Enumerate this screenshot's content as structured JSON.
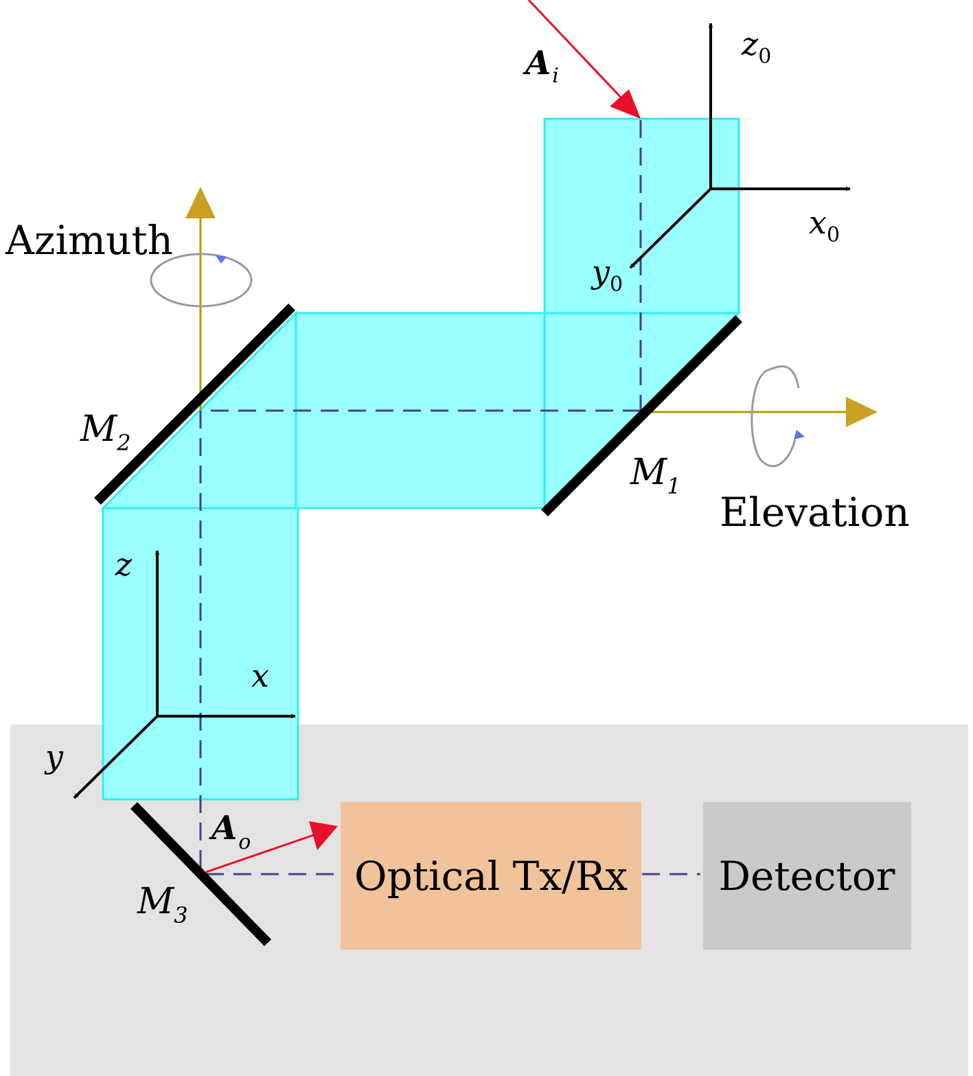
{
  "diagram": {
    "labels": {
      "incident_beam": {
        "main": "A",
        "sub": "i"
      },
      "output_beam": {
        "main": "A",
        "sub": "o"
      },
      "azimuth": "Azimuth",
      "elevation": "Elevation",
      "mirror_1": {
        "main": "M",
        "sub": "1"
      },
      "mirror_2": {
        "main": "M",
        "sub": "2"
      },
      "mirror_3": {
        "main": "M",
        "sub": "3"
      },
      "global_axes": {
        "x": {
          "main": "x",
          "sub": "0"
        },
        "y": {
          "main": "y",
          "sub": "0"
        },
        "z": {
          "main": "z",
          "sub": "0"
        }
      },
      "local_axes": {
        "x": "x",
        "y": "y",
        "z": "z"
      },
      "optical_txrx": "Optical Tx/Rx",
      "detector": "Detector"
    },
    "colors": {
      "beam_fill": "#99ffff",
      "beam_edge": "#33eeee",
      "mirror": "#000000",
      "ray": "#e8102a",
      "axis": "#000000",
      "rotation_axis": "#a7a000",
      "rotation_arrowhead": "#c9a020",
      "rotation_loop": "#9a9a9a",
      "rotation_tip": "#5577ee",
      "optical_path": "#4a3f8a",
      "ground": "#e3e3e3",
      "txrx_box": "#f0c39a",
      "detector_box": "#cacaca"
    }
  }
}
